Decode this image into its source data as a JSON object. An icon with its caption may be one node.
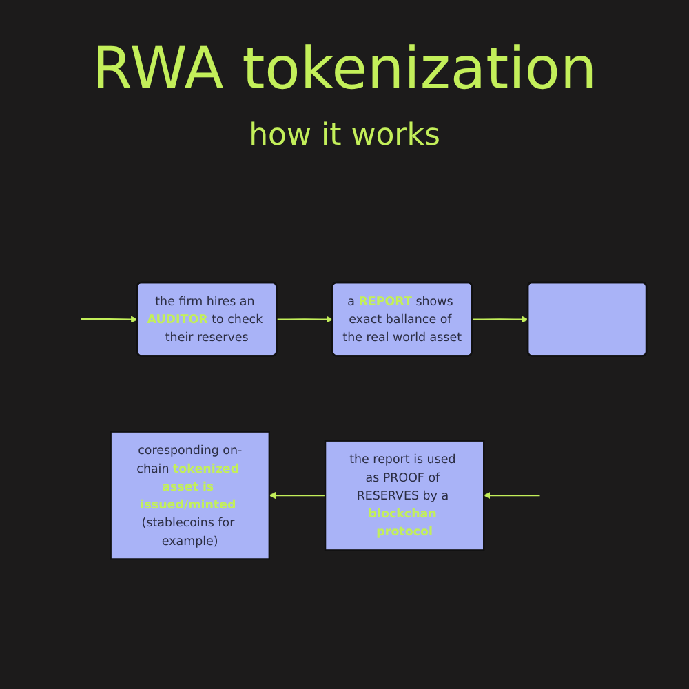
{
  "diagram": {
    "title": "RWA tokenization",
    "nodes": [
      {
        "text": [
          "the firm hires an **AUDITOR** to check their reserves"
        ]
      },
      {
        "text": [
          "a **REPORT** shows exact ballance of the real world asset"
        ]
      },
      {
        "text": [],
        "shape": "box"
      },
      {
        "text": [
          "the report is used as PROOF of RESERVES by a **blockchan protocol**"
        ]
      },
      {
        "text": [
          "coresponding on-chain **tokenized asset is issued/minted** (stablecoins for example)"
        ]
      }
    ],
    "edges": [
      {
        "from": null,
        "to": 0,
        "arrow": "to"
      },
      {
        "from": 0,
        "to": 1,
        "arrow": "to"
      },
      {
        "from": 1,
        "to": 2,
        "arrow": "to"
      },
      {
        "from": null,
        "to": 3,
        "arrow": "to"
      },
      {
        "from": 3,
        "to": 4,
        "arrow": "to"
      }
    ],
    "labels": [
      "how it works"
    ]
  }
}
